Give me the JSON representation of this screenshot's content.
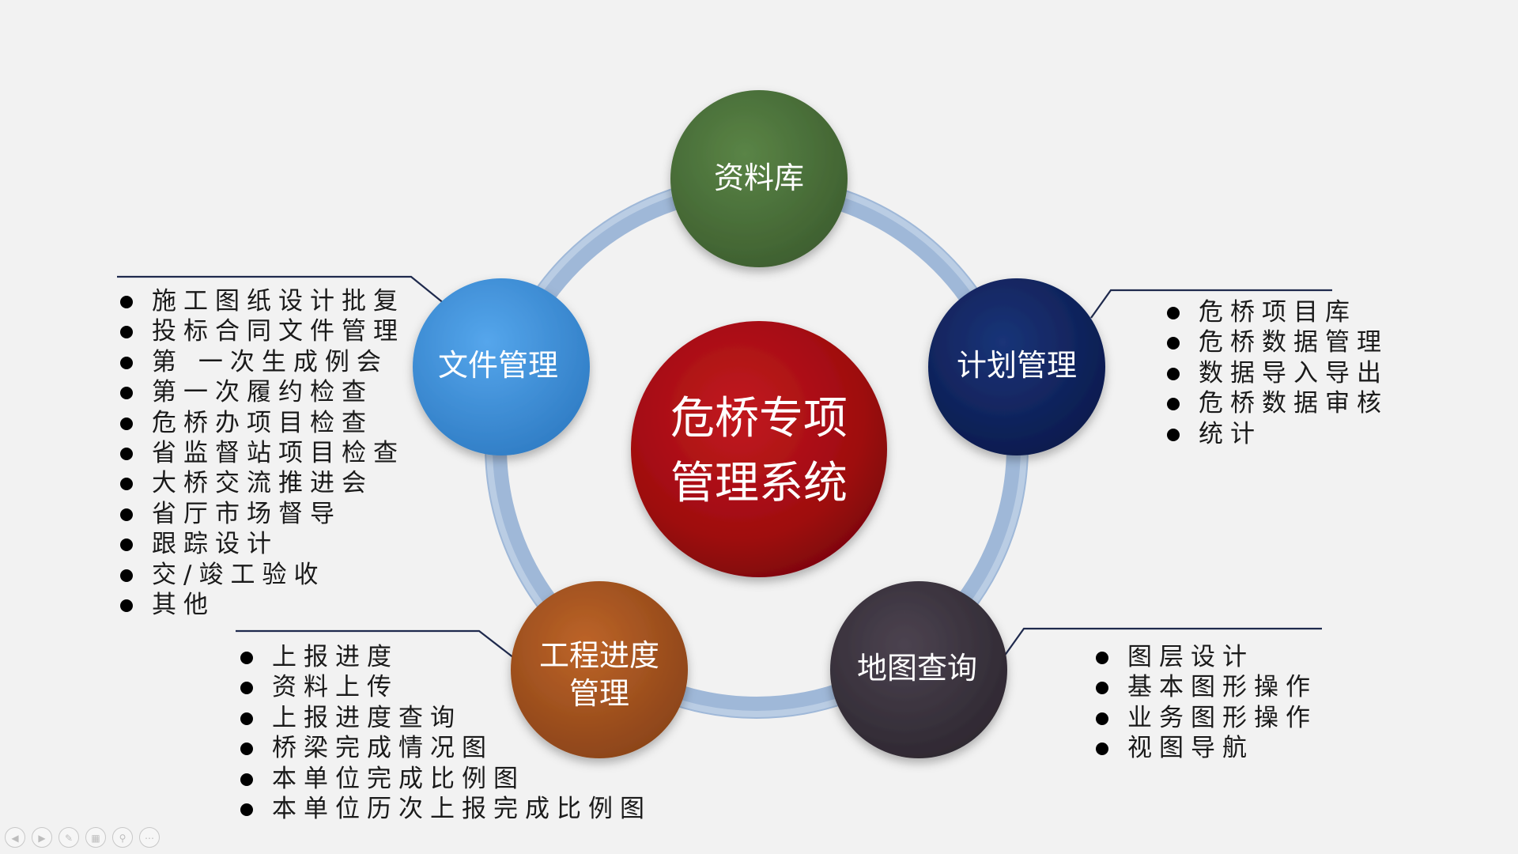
{
  "center": {
    "line1": "危桥专项",
    "line2": "管理系统"
  },
  "nodes": {
    "library": {
      "label": "资料库",
      "color": "#4a7039"
    },
    "file": {
      "label": "文件管理",
      "color": "#3c8fd8"
    },
    "plan": {
      "label": "计划管理",
      "color": "#0f2360"
    },
    "progress": {
      "line1": "工程进度",
      "line2": "管理",
      "color": "#a5531f"
    },
    "map": {
      "label": "地图查询",
      "color": "#3d3540"
    }
  },
  "lists": {
    "file": [
      "施工图纸设计批复",
      "投标合同文件管理",
      "第 一次生成例会",
      "第一次履约检查",
      "危桥办项目检查",
      "省监督站项目检查",
      "大桥交流推进会",
      "省厅市场督导",
      "跟踪设计",
      "交/竣工验收",
      "其他"
    ],
    "plan": [
      "危桥项目库",
      "危桥数据管理",
      "数据导入导出",
      "危桥数据审核",
      "统计"
    ],
    "progress": [
      "上报进度",
      "资料上传",
      "上报进度查询",
      "桥梁完成情况图",
      "本单位完成比例图",
      "本单位历次上报完成比例图"
    ],
    "map": [
      "图层设计",
      "基本图形操作",
      "业务图形操作",
      "视图导航"
    ]
  },
  "colors": {
    "center": "#9e0a0f",
    "ring": "#9fb8d8",
    "connector": "#1f2a4d",
    "background": "#f2f2f2"
  },
  "toolbar_icons": [
    "prev-icon",
    "next-icon",
    "pen-icon",
    "slides-icon",
    "zoom-icon",
    "more-icon"
  ]
}
